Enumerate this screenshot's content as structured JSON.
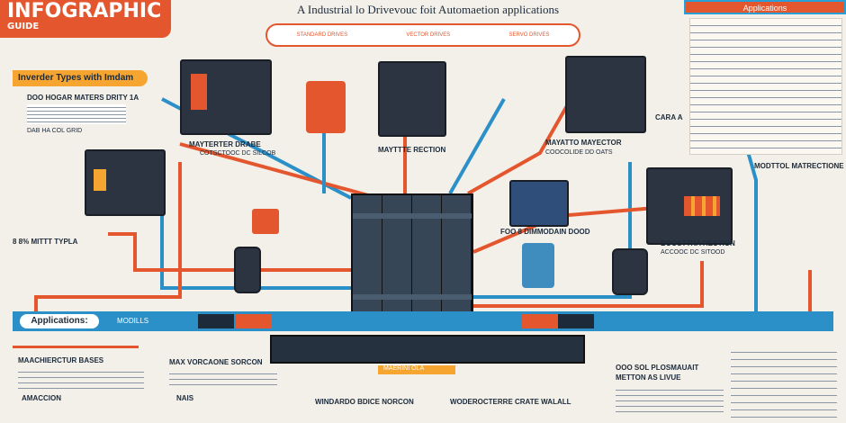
{
  "header": {
    "logo_title": "INFOGRAPHIC",
    "logo_sub": "GUIDE",
    "subtitle": "A Industrial lo Drivevouc foit Automaetion applications",
    "topbar_items": [
      "STANDARD DRIVES",
      "VECTOR DRIVES",
      "SERVO DRIVES"
    ]
  },
  "left_panel": {
    "title": "Inverder Types with Imdam",
    "heading": "DOO HOGAR MATERS DRITY 1A",
    "note": "DAB HA COL GRID"
  },
  "right_panel": {
    "title": "Applications",
    "label_a": "CARA A"
  },
  "device_labels": {
    "a": "MAYTERTER DRABE",
    "a_sub": "COTSCTOOC DC SILCOB",
    "b": "MAYTTTE RECTION",
    "c": "MAYATTO MAYECTOR",
    "c_sub": "COOCOLIDE DD OATS",
    "d": "MODTTOL MATRECTIONE",
    "e": "8 8% MITTT TYPLA",
    "f": "FOO 8 DIMMODAIN DOOD",
    "g": "BOOSTTRA RECTION",
    "g_sub": "ACCOOC DC SITOOD"
  },
  "applications_bar": {
    "label": "Applications:",
    "sub": "MODILLS"
  },
  "bottom": {
    "col1_title": "MAACHIERCTUR BASES",
    "col1_sub": "AMACCION",
    "col2_title": "MAX VORCAONE SORCON",
    "col2_sub": "NAIS",
    "col3_title": "WINDARDO BDICE NORCON",
    "col4_title": "WODEROCTERRE CRATE WALALL",
    "col5_title": "OOO SOL PLOSMAUAIT METTON AS LIVUE",
    "cab_tag": "MAERINI OLA"
  },
  "colors": {
    "accent_orange": "#e4572e",
    "accent_blue": "#2b8fc8",
    "accent_yellow": "#f6a531",
    "navy": "#1c2a3a"
  }
}
